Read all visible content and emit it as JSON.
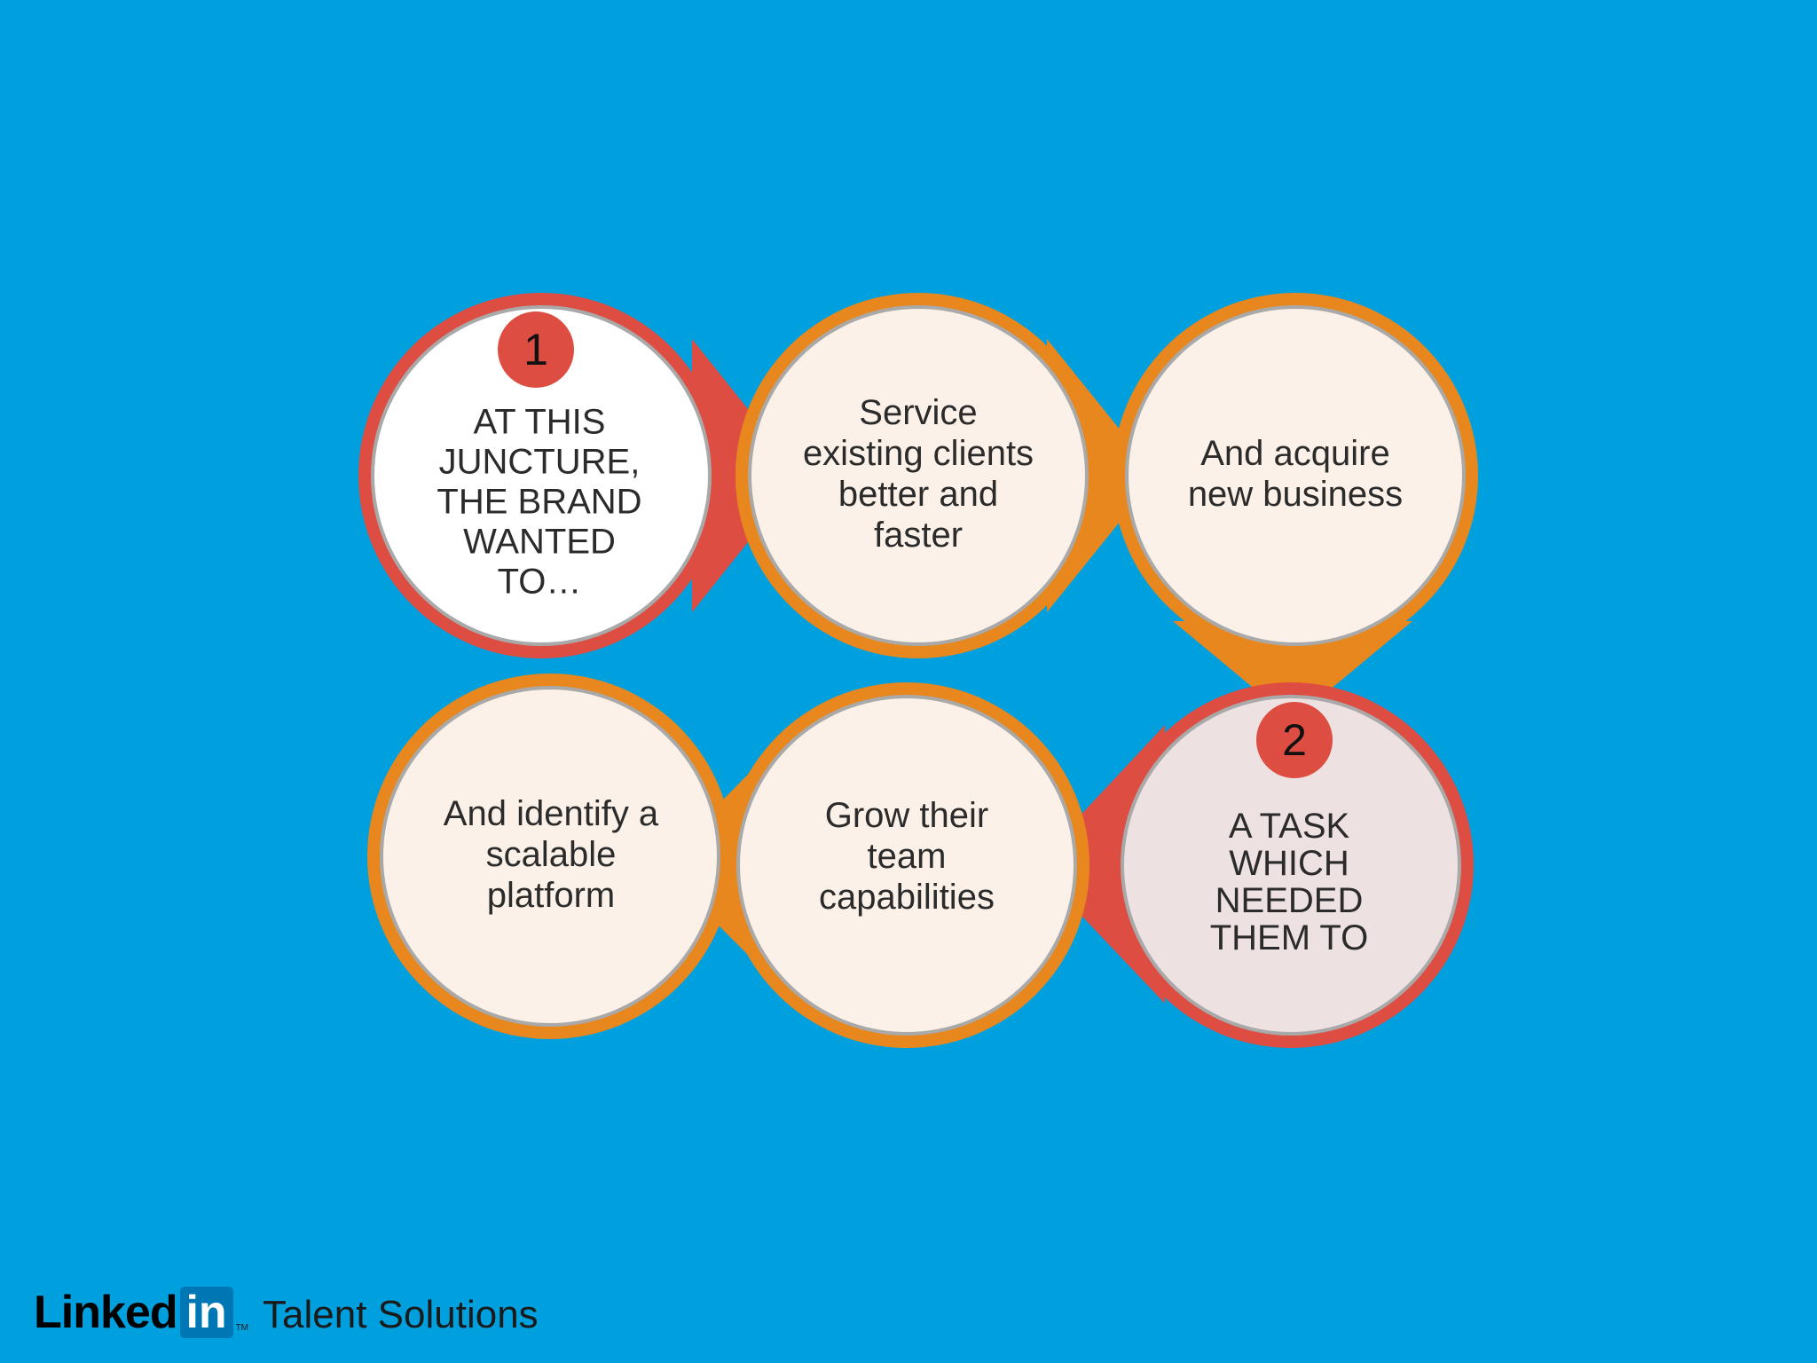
{
  "colors": {
    "background": "#00A0DF",
    "orange": "#E8871E",
    "red": "#DD4D42",
    "inner_border": "#A9A9A9",
    "node_fill": "#FCF1E8",
    "white_fill": "#FFFFFF",
    "task_fill": "#EEE1E1"
  },
  "diagram": {
    "nodes": [
      {
        "id": "n1",
        "text": "AT THIS JUNCTURE, THE BRAND WANTED TO…",
        "badge": "1",
        "ring": "red"
      },
      {
        "id": "n2",
        "text": "Service existing clients better and faster",
        "ring": "orange"
      },
      {
        "id": "n3",
        "text": "And acquire new business",
        "ring": "orange"
      },
      {
        "id": "n4",
        "text": "A TASK WHICH NEEDED THEM TO",
        "badge": "2",
        "ring": "red"
      },
      {
        "id": "n5",
        "text": "Grow their team capabilities",
        "ring": "orange"
      },
      {
        "id": "n6",
        "text": "And identify a scalable platform",
        "ring": "orange"
      }
    ],
    "arrows": [
      {
        "from": "n1",
        "to": "n2",
        "color": "red"
      },
      {
        "from": "n2",
        "to": "n3",
        "color": "orange"
      },
      {
        "from": "n3",
        "to": "n4",
        "color": "orange"
      },
      {
        "from": "n4",
        "to": "n5",
        "color": "red"
      },
      {
        "from": "n5",
        "to": "n6",
        "color": "orange"
      }
    ]
  },
  "footer": {
    "logo_linked": "Linked",
    "logo_in": "in",
    "logo_tm": "TM",
    "logo_product": "Talent Solutions"
  }
}
